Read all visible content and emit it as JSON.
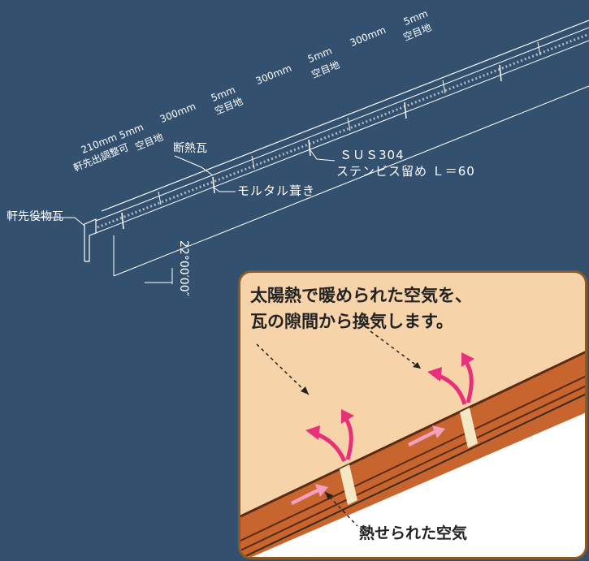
{
  "dimensions": {
    "eave_adjust": {
      "length": "210mm",
      "gap": "5mm",
      "note": "軒先出調整可",
      "gap_note": "空目地"
    },
    "segments": [
      {
        "length": "300mm",
        "gap": "5mm",
        "gap_note": "空目地"
      },
      {
        "length": "300mm",
        "gap": "5mm",
        "gap_note": "空目地"
      },
      {
        "length": "300mm",
        "gap": "5mm",
        "gap_note": "空目地"
      }
    ]
  },
  "labels": {
    "insulation_tile": "断熱瓦",
    "sus_line1": "ＳＵＳ304",
    "sus_line2": "ステンビス留め Ｌ＝60",
    "mortar": "モルタル葺き",
    "eave_tile": "軒先役物瓦",
    "angle": "22°00′00″"
  },
  "inset": {
    "line1": "太陽熱で暖められた空気を、",
    "line2": "瓦の隙間から換気します。",
    "heated_air": "熱せられた空気"
  },
  "colors": {
    "background": "#33506e",
    "lines": "#ffffff",
    "inset_background": "#f6d3a8",
    "inset_border": "#8a5a26",
    "tile": "#c8642e",
    "tile_dark": "#5a2a14",
    "arrow_pink": "#e8307a",
    "flow_pink": "#f2a0be"
  }
}
